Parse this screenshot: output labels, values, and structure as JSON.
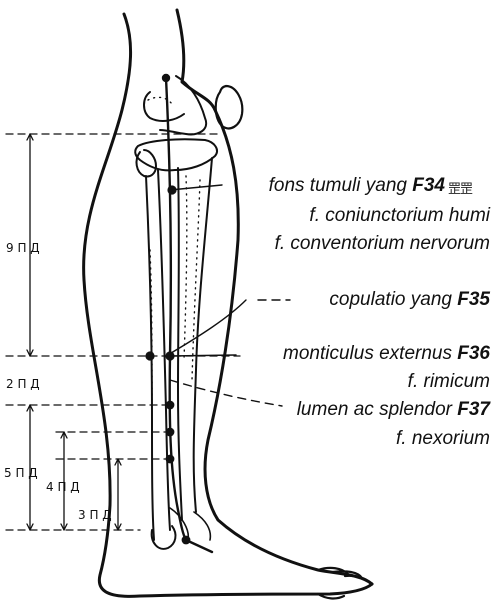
{
  "points": [
    {
      "name": "fons tumuli yang",
      "code": "F34",
      "extra": [
        "f. coniunctorium humi",
        "f. conventorium nervorum"
      ]
    },
    {
      "name": "copulatio yang",
      "code": "F35",
      "extra": []
    },
    {
      "name": "monticulus externus",
      "code": "F36",
      "extra": [
        "f. rimicum"
      ]
    },
    {
      "name": "lumen ac splendor",
      "code": "F37",
      "extra": [
        "f. nexorium"
      ]
    }
  ],
  "measures": {
    "m9": "9 П Д",
    "m2": "2 П Д",
    "m5": "5 П Д",
    "m4": "4 П Д",
    "m3": "3 П Д"
  },
  "stamp_glyph": "罡罡"
}
